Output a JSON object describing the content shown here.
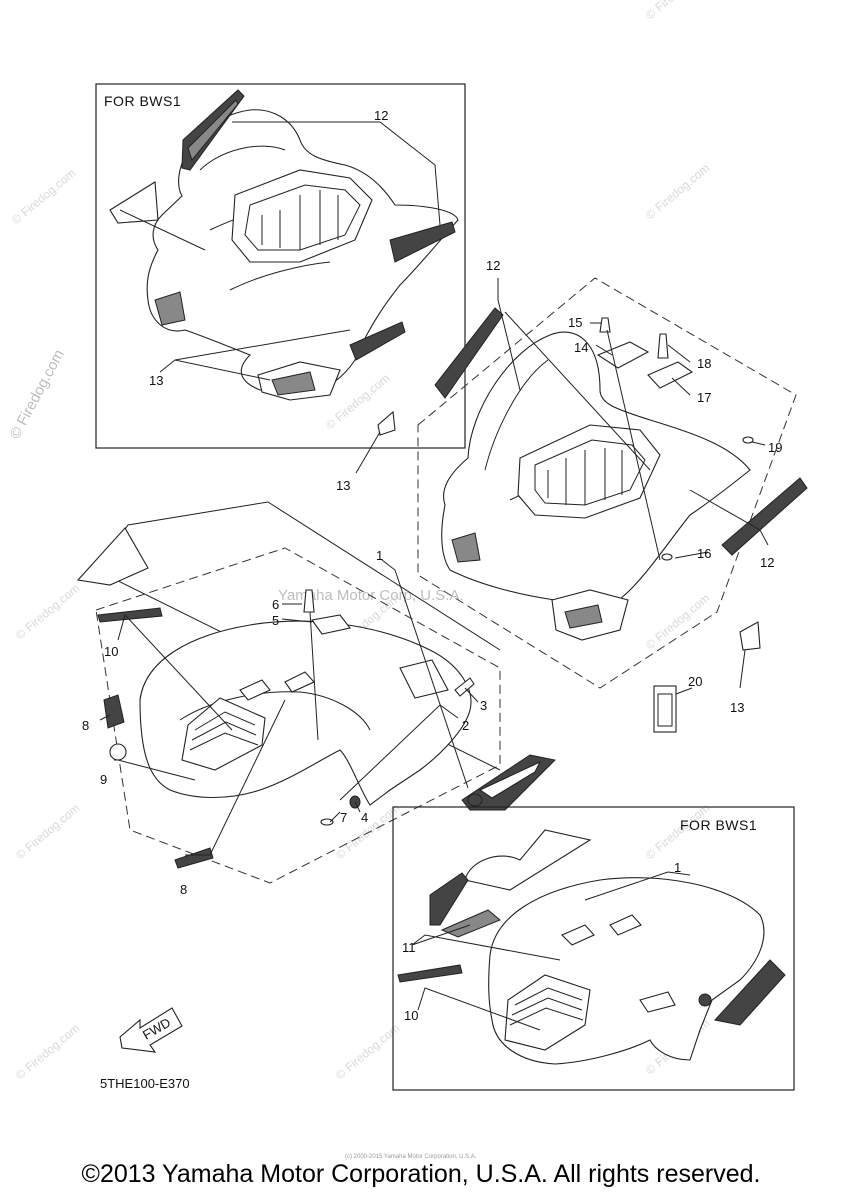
{
  "insets": {
    "top_left": "FOR BWS1",
    "bottom_right": "FOR BWS1"
  },
  "watermark": {
    "site": "© Firedog.com",
    "center": "Yamaha Motor Corp, U.S.A."
  },
  "diagram_code": "5THE100-E370",
  "fwd_label": "FWD",
  "fine_print": "(c) 2000-2015 Yamaha Motor Corporation, U.S.A.",
  "footer": "©2013 Yamaha Motor Corporation, U.S.A. All rights reserved.",
  "callouts": {
    "tl12": "12",
    "tl13": "13",
    "r12a": "12",
    "r15": "15",
    "r14": "14",
    "r18": "18",
    "r17": "17",
    "r19": "19",
    "r13a": "13",
    "r16": "16",
    "r12b": "12",
    "r13b": "13",
    "r20": "20",
    "f1": "1",
    "f6": "6",
    "f5": "5",
    "f10": "10",
    "f3": "3",
    "f2": "2",
    "f8a": "8",
    "f9": "9",
    "f7": "7",
    "f4": "4",
    "f8b": "8",
    "br1": "1",
    "br11": "11",
    "br10": "10"
  }
}
